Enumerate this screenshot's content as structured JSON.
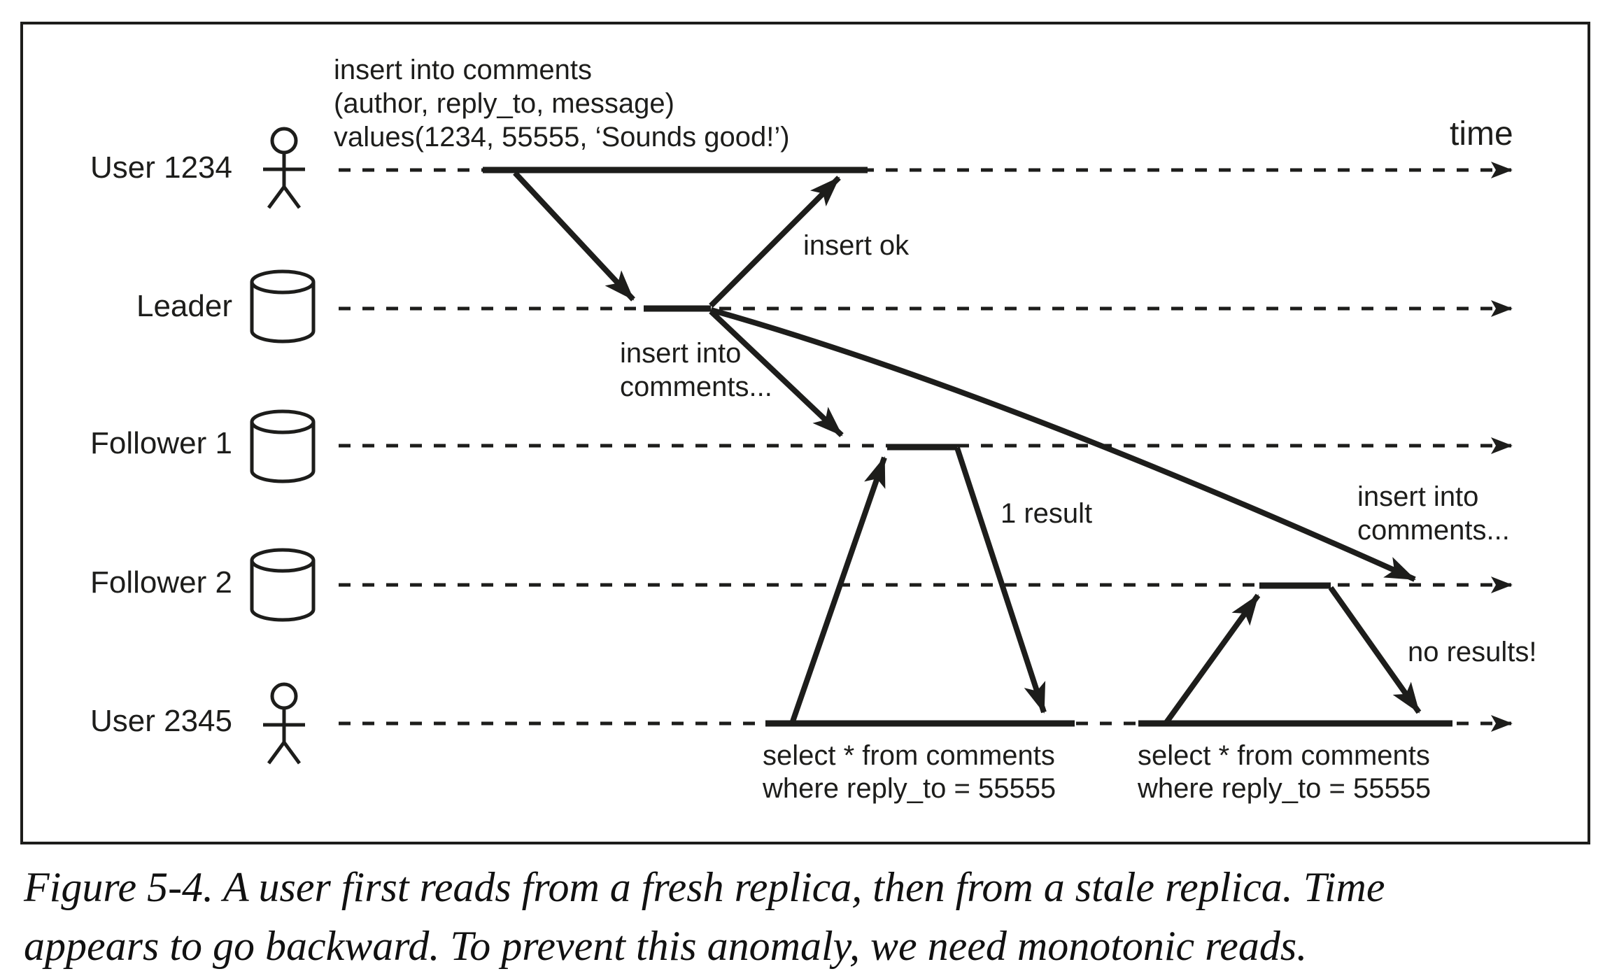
{
  "diagram": {
    "time_label": "time",
    "lanes": [
      {
        "label": "User 1234",
        "icon": "person"
      },
      {
        "label": "Leader",
        "icon": "database"
      },
      {
        "label": "Follower 1",
        "icon": "database"
      },
      {
        "label": "Follower 2",
        "icon": "database"
      },
      {
        "label": "User 2345",
        "icon": "person"
      }
    ],
    "insert_query": {
      "line1": "insert into comments",
      "line2": "(author, reply_to, message)",
      "line3": "values(1234, 55555, ‘Sounds good!’)"
    },
    "insert_ok": "insert ok",
    "replicate_to_follower1": {
      "line1": "insert into",
      "line2": "comments..."
    },
    "replicate_to_follower2": {
      "line1": "insert into",
      "line2": "comments..."
    },
    "first_read_result": "1 result",
    "second_read_result": "no results!",
    "select_query_1": {
      "line1": "select * from comments",
      "line2": "where reply_to = 55555"
    },
    "select_query_2": {
      "line1": "select * from comments",
      "line2": "where reply_to = 55555"
    }
  },
  "caption": {
    "line1": "Figure 5-4. A user first reads from a fresh replica, then from a stale replica. Time",
    "line2": "appears to go backward. To prevent this anomaly, we need monotonic reads."
  },
  "colors": {
    "ink": "#1d1d1b",
    "background": "#ffffff"
  }
}
